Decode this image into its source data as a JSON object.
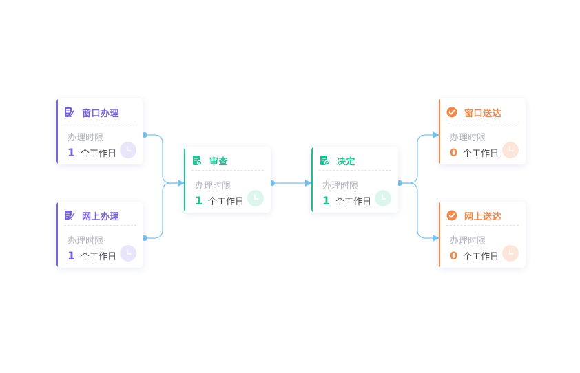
{
  "flow": {
    "limit_label": "办理时限",
    "unit": "个工作日",
    "nodes": [
      {
        "title": "窗口办理",
        "days": "1",
        "theme": "purple",
        "icon": "edit-doc-icon"
      },
      {
        "title": "网上办理",
        "days": "1",
        "theme": "purple",
        "icon": "edit-doc-icon"
      },
      {
        "title": "审查",
        "days": "1",
        "theme": "green",
        "icon": "review-doc-icon"
      },
      {
        "title": "决定",
        "days": "1",
        "theme": "green",
        "icon": "review-doc-icon"
      },
      {
        "title": "窗口送达",
        "days": "0",
        "theme": "orange",
        "icon": "check-circle-icon"
      },
      {
        "title": "网上送达",
        "days": "0",
        "theme": "orange",
        "icon": "check-circle-icon"
      }
    ],
    "edges": [
      {
        "from": "窗口办理",
        "to": "审查"
      },
      {
        "from": "网上办理",
        "to": "审查"
      },
      {
        "from": "审查",
        "to": "决定"
      },
      {
        "from": "决定",
        "to": "窗口送达"
      },
      {
        "from": "决定",
        "to": "网上送达"
      }
    ]
  },
  "colors": {
    "purple": "#7a63d6",
    "green": "#1fbf94",
    "orange": "#f08a4b",
    "connector": "#78c4ef"
  }
}
